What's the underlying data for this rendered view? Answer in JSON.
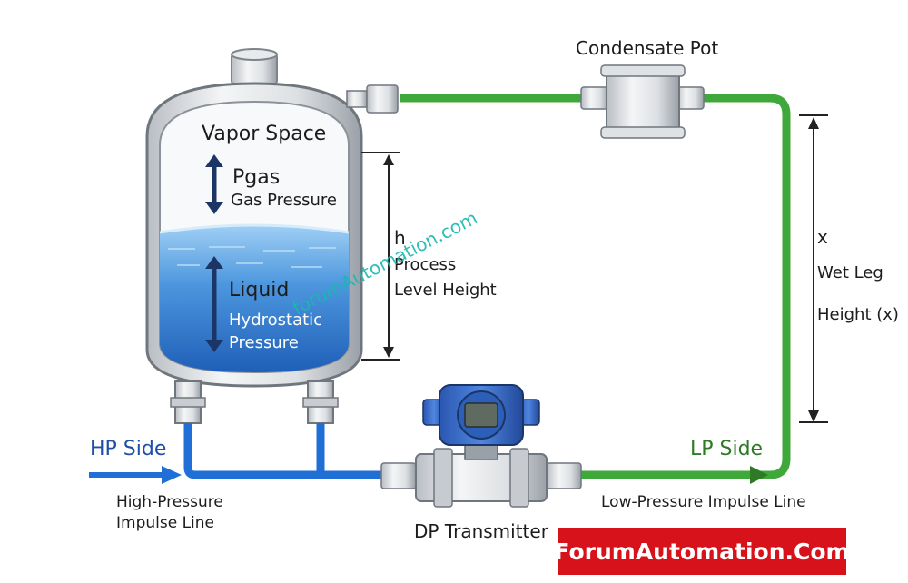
{
  "tank": {
    "vapor_space": "Vapor Space",
    "pgas": "Pgas",
    "gas_pressure": "Gas Pressure",
    "liquid": "Liquid",
    "hydrostatic": "Hydrostatic",
    "pressure": "Pressure"
  },
  "level": {
    "h": "h",
    "process": "Process",
    "level_height": "Level Height"
  },
  "condensate_pot": "Condensate Pot",
  "wet_leg": {
    "x": "x",
    "line1": "Wet Leg",
    "line2": "Height (x)"
  },
  "hp_side": {
    "title": "HP Side",
    "line1": "High-Pressure",
    "line2": "Impulse Line"
  },
  "lp_side": {
    "title": "LP Side",
    "line1": "Low-Pressure Impulse Line"
  },
  "transmitter": "DP Transmitter",
  "watermark": "forumAutomation.com",
  "brand": "ForumAutomation.Com",
  "colors": {
    "hp_line": "#1f6fd6",
    "lp_line": "#3fa83a",
    "liquid": "#3a86d6",
    "brand": "#d8121b"
  }
}
